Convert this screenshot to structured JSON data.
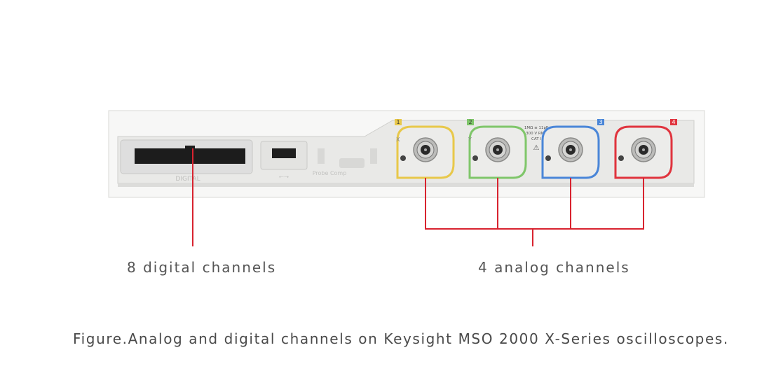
{
  "callouts": {
    "digital": "8 digital channels",
    "analog": "4 analog channels"
  },
  "caption": "Figure.Analog and digital channels on Keysight MSO 2000 X-Series oscilloscopes.",
  "panel": {
    "digital_port_label": "DIGITAL",
    "probe_comp_label": "Probe Comp",
    "channels": [
      {
        "number": "1",
        "axis": "X",
        "color": "#e8c84a"
      },
      {
        "number": "2",
        "axis": "Y",
        "color": "#7fc66a"
      },
      {
        "number": "3",
        "axis": "",
        "color": "#4a86d8"
      },
      {
        "number": "4",
        "axis": "",
        "color": "#e0343e"
      }
    ],
    "spec_lines": [
      "1MΩ ≡ 11pF",
      "300 V RMS",
      "CAT I"
    ]
  },
  "colors": {
    "leader_line": "#d8232f",
    "panel_face": "#ededeb",
    "panel_edge": "#c9c9c6"
  }
}
